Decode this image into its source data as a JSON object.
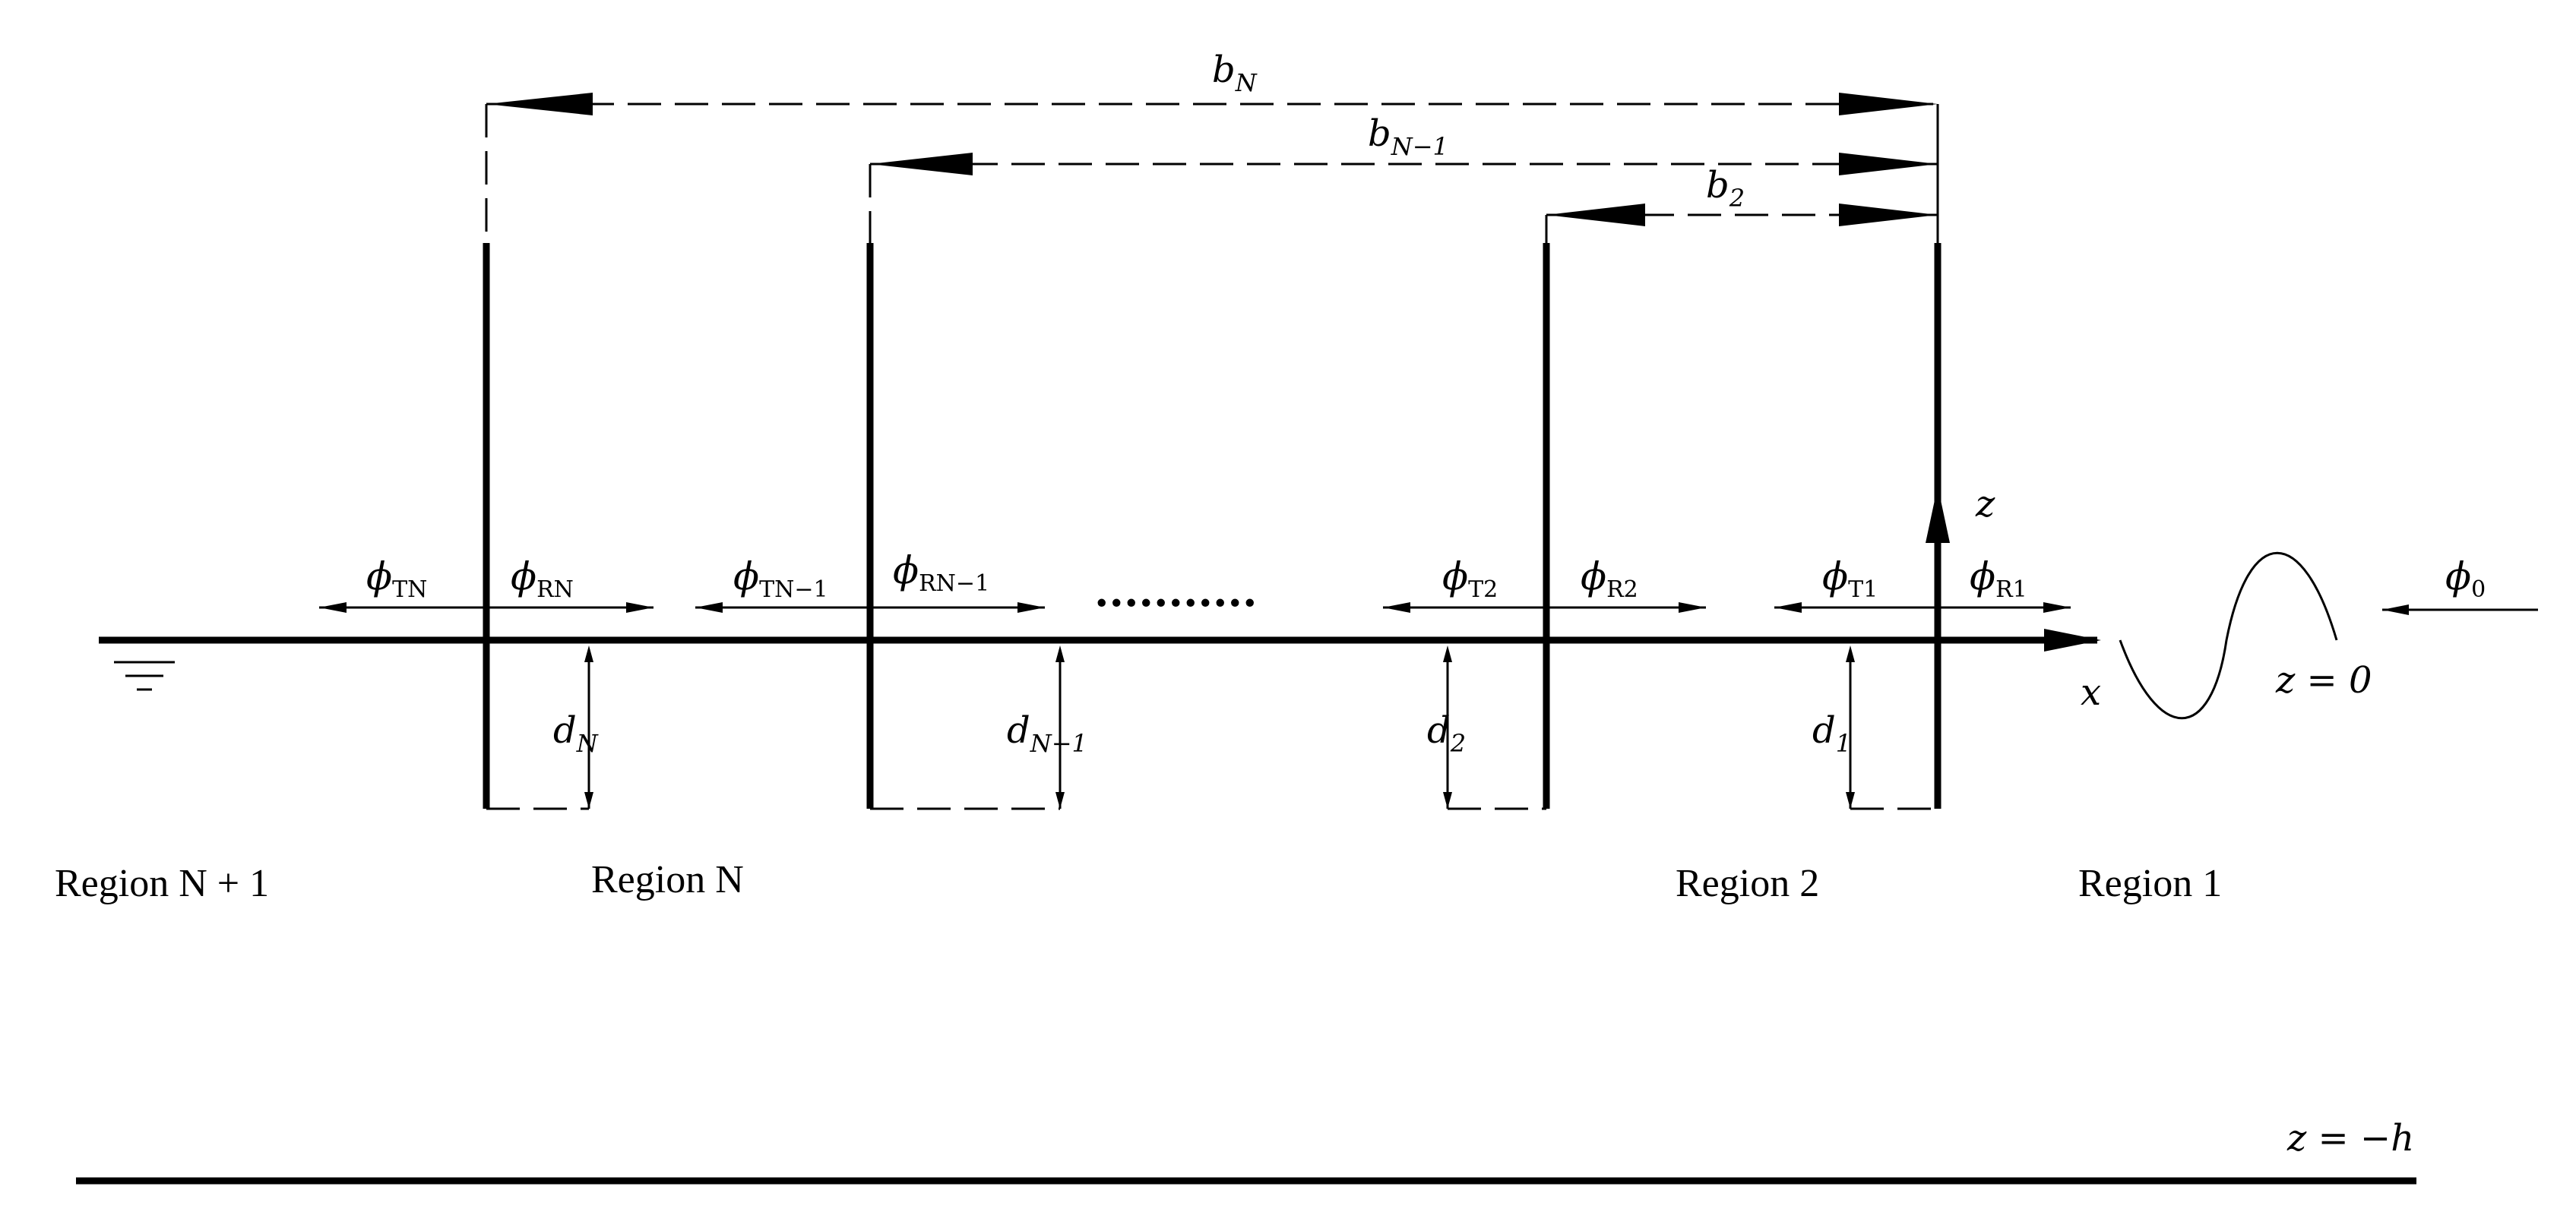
{
  "labels": {
    "b_N": "N",
    "b_N1": "N−1",
    "b_2": "2",
    "b_letter": "b",
    "z_axis": "z",
    "x_axis": "x",
    "z0": "z = 0",
    "zh": "z = −h",
    "phi": "ϕ",
    "phi0_sub": "0",
    "phiTN_sub": "TN",
    "phiRN_sub": "RN",
    "phiTN1_sub": "TN−1",
    "phiRN1_sub": "RN−1",
    "phiT2_sub": "T2",
    "phiR2_sub": "R2",
    "phiT1_sub": "T1",
    "phiR1_sub": "R1",
    "d_letter": "d",
    "dN_sub": "N",
    "dN1_sub": "N−1",
    "d2_sub": "2",
    "d1_sub": "1",
    "dots": "...........",
    "region_N1": "Region N + 1",
    "region_N": "Region N",
    "region_2": "Region 2",
    "region_1": "Region 1"
  }
}
